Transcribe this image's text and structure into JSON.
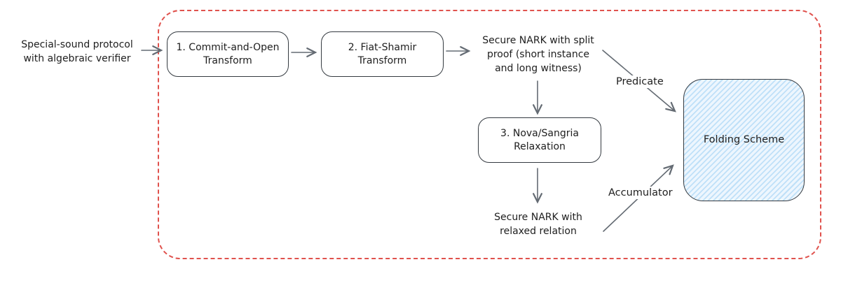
{
  "diagram": {
    "outside_label": {
      "line1": "Special-sound protocol",
      "line2": "with algebraic verifier"
    },
    "boxes": [
      {
        "line1": "1. Commit-and-Open",
        "line2": "Transform"
      },
      {
        "line1": "2. Fiat-Shamir",
        "line2": "Transform"
      },
      {
        "line1": "3. Nova/Sangria",
        "line2": "Relaxation"
      }
    ],
    "texts": {
      "split_nark": [
        "Secure NARK with split",
        "proof (short instance",
        "and long witness)"
      ],
      "relaxed_nark": [
        "Secure NARK with",
        "relaxed relation"
      ]
    },
    "edge_labels": {
      "predicate": "Predicate",
      "accumulator": "Accumulator"
    },
    "folding_box": {
      "label": "Folding Scheme"
    },
    "colors": {
      "container_border": "#e0524d",
      "box_stroke": "#343a40",
      "arrow": "#646b73",
      "folding_fill": "#bfe0f8",
      "text": "#1e1e1e"
    }
  }
}
